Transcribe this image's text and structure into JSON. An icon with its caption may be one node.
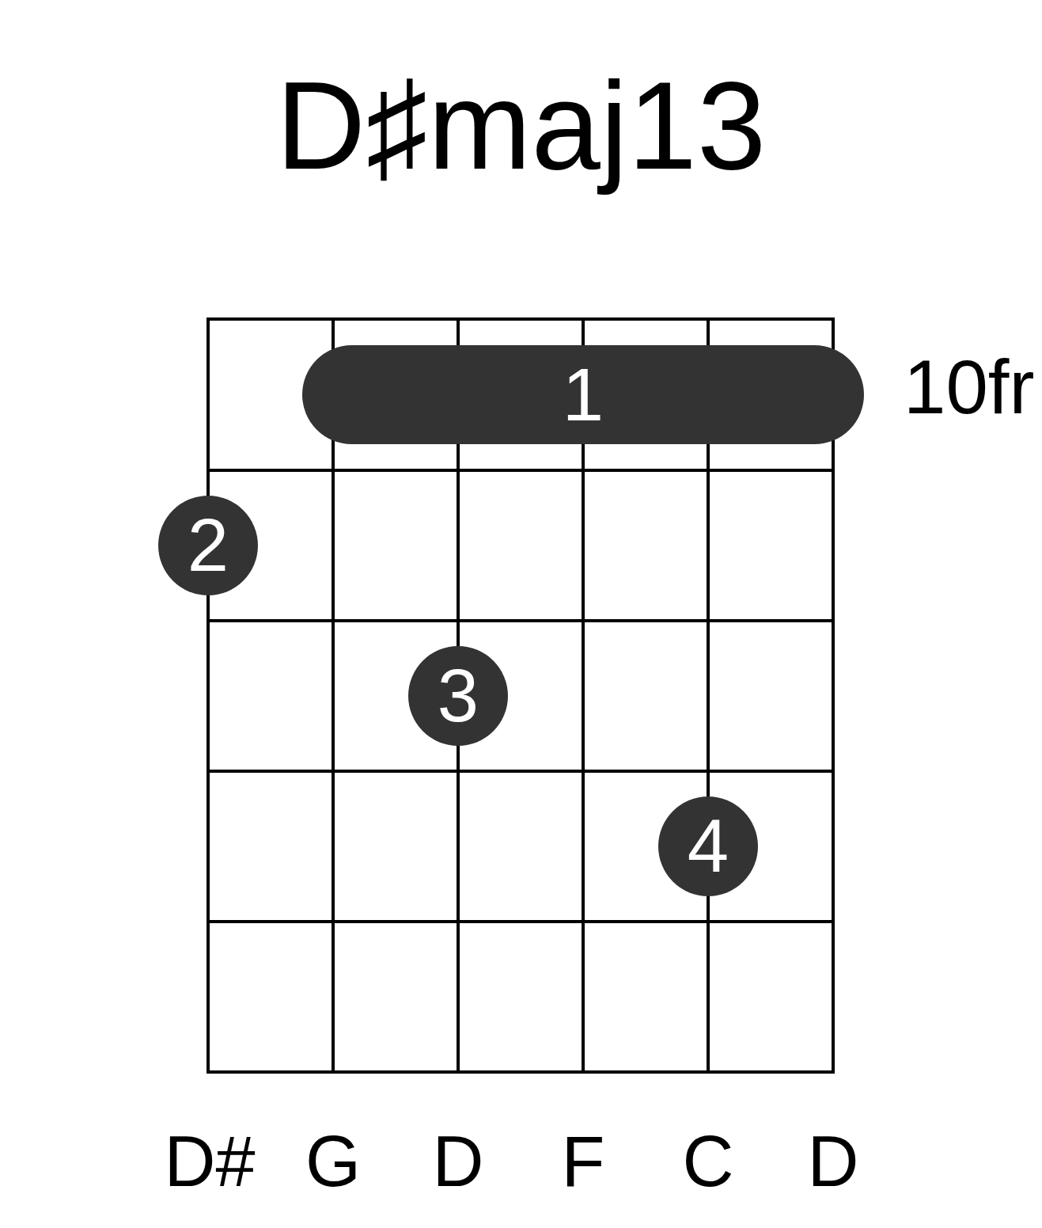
{
  "diagram": {
    "title": "D♯maj13",
    "nodes": [
      {
        "text": [
          "1"
        ]
      },
      {
        "text": [
          "2"
        ]
      },
      {
        "text": [
          "3"
        ]
      },
      {
        "text": [
          "4"
        ]
      }
    ],
    "labels": [
      "10fr",
      "D#",
      "G",
      "D",
      "F",
      "C",
      "D"
    ]
  }
}
